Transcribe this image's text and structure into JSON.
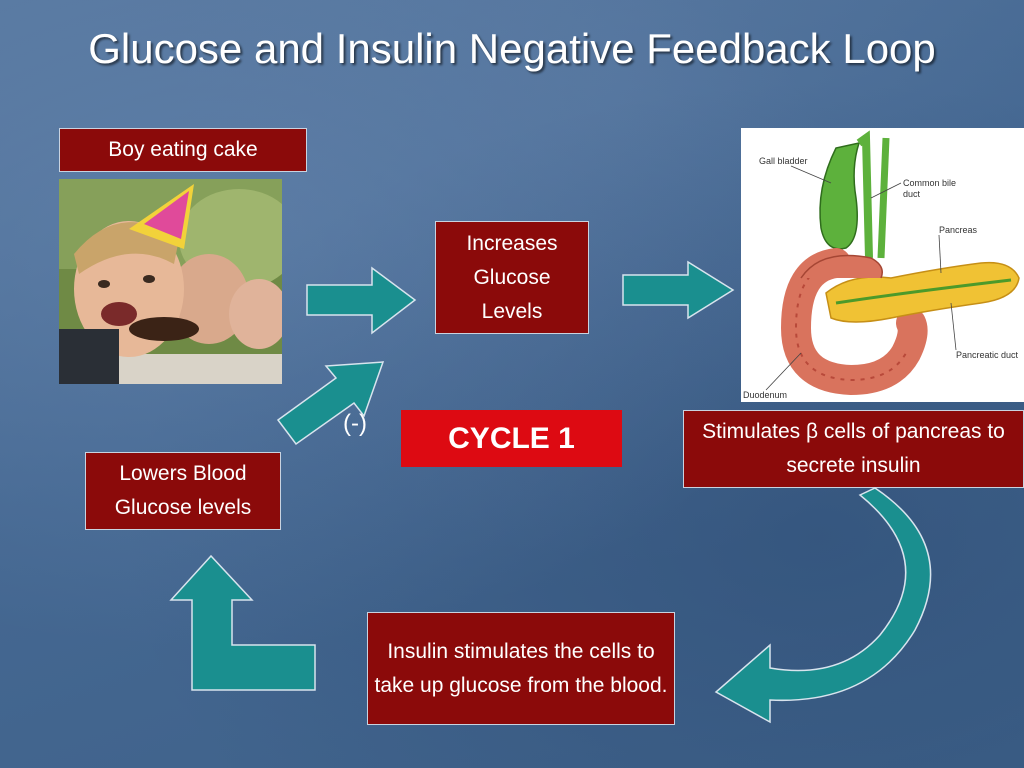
{
  "slide": {
    "title": "Glucose and Insulin Negative Feedback Loop",
    "boxes": {
      "boy": "Boy eating cake",
      "increases": "Increases Glucose Levels",
      "stimulates": "Stimulates β cells of pancreas to secrete insulin",
      "insulin": "Insulin stimulates the cells to take up glucose from the blood.",
      "lowers": "Lowers Blood Glucose levels"
    },
    "cycle_label": "CYCLE 1",
    "negative_sign": "(-)"
  },
  "pancreas_labels": {
    "gall_bladder": "Gall bladder",
    "common_bile_duct_1": "Common bile",
    "common_bile_duct_2": "duct",
    "pancreas": "Pancreas",
    "pancreatic_duct": "Pancreatic duct",
    "duodenum": "Duodenum"
  },
  "colors": {
    "box_fill": "#8b0a0a",
    "cycle_fill": "#dd0a12",
    "arrow_fill": "#1a8f8f"
  }
}
